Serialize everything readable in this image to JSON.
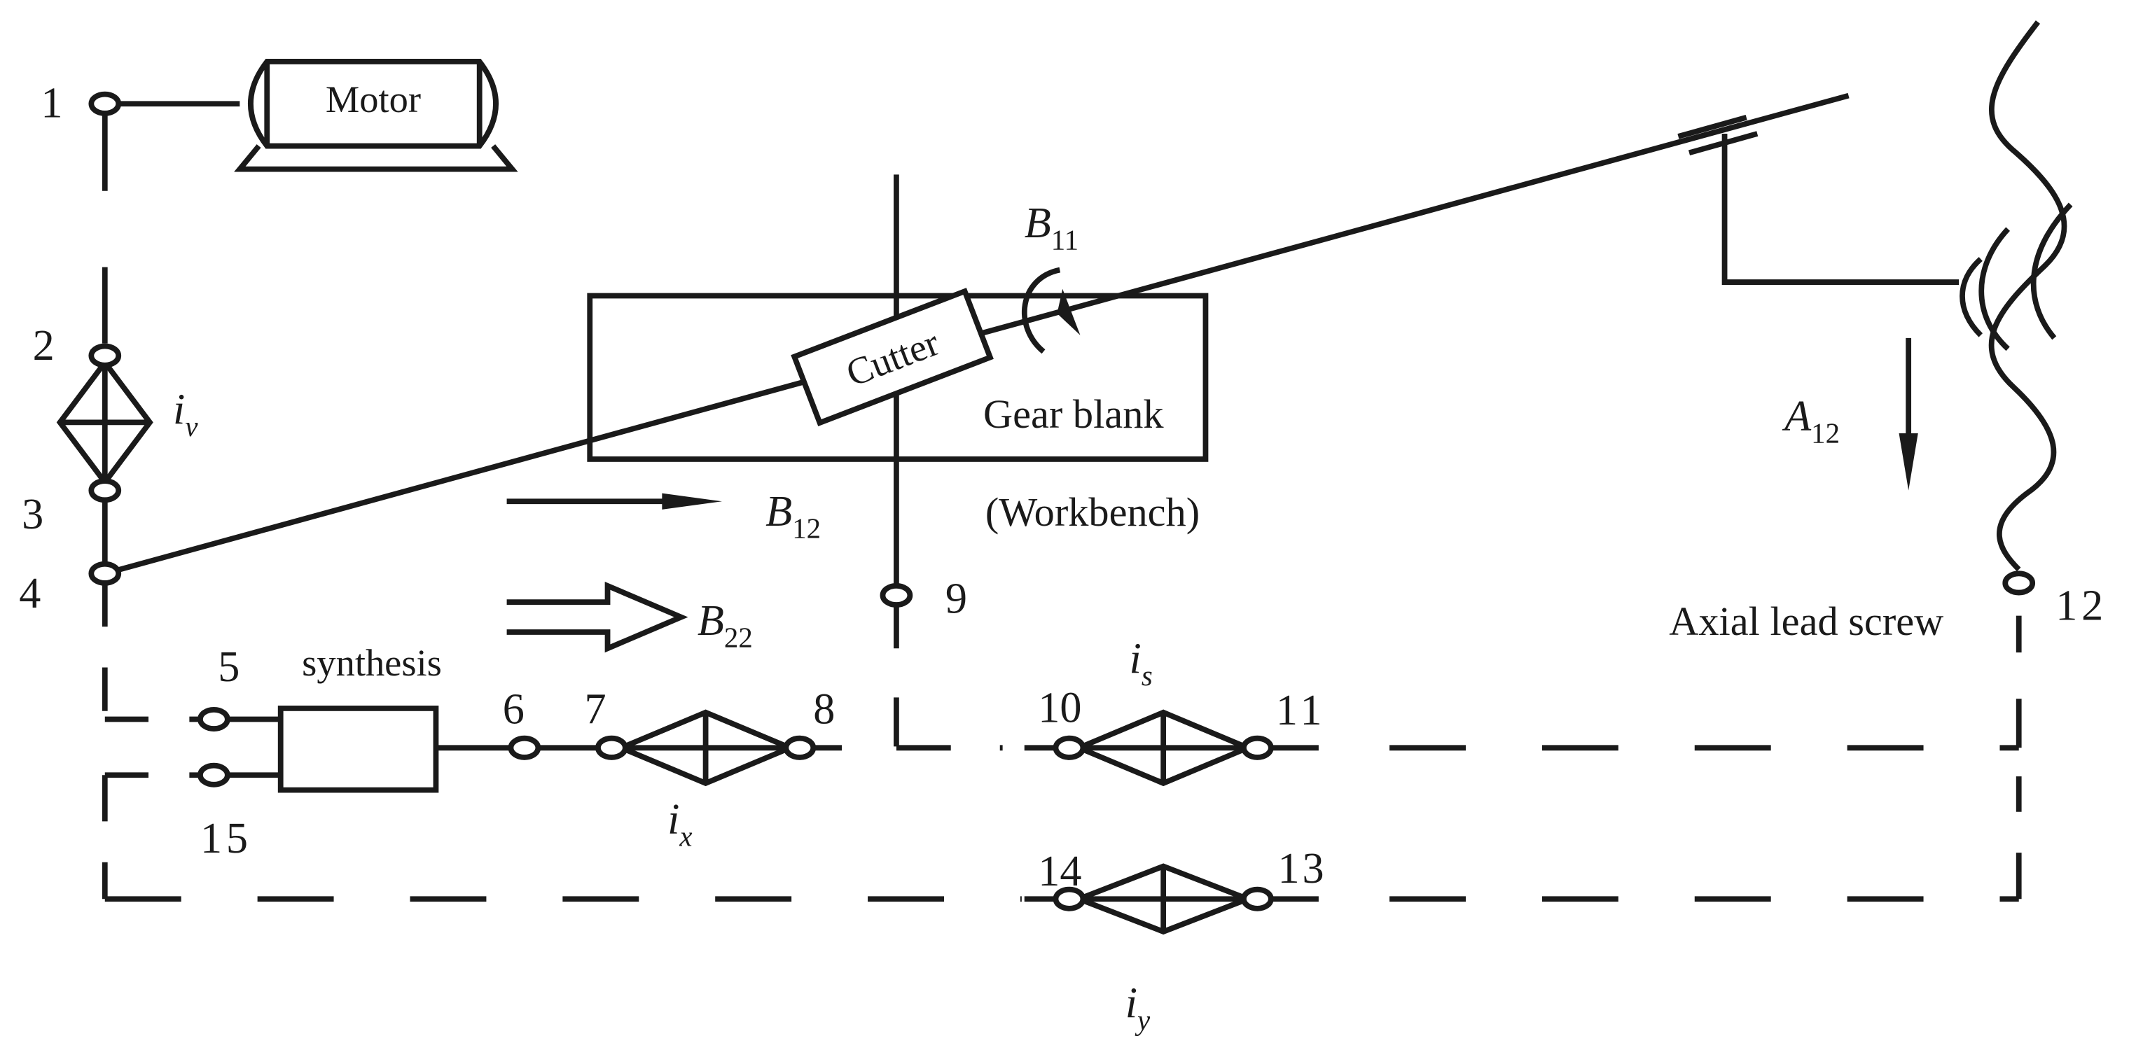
{
  "labels": {
    "motor": "Motor",
    "cutter": "Cutter",
    "gear_blank": "Gear blank",
    "workbench": "(Workbench)",
    "synthesis": "synthesis",
    "axial_lead_screw": "Axial lead screw"
  },
  "symbols": {
    "B11": {
      "base": "B",
      "sub": "11"
    },
    "B12": {
      "base": "B",
      "sub": "12"
    },
    "B22": {
      "base": "B",
      "sub": "22"
    },
    "A12": {
      "base": "A",
      "sub": "12"
    },
    "iv": {
      "base": "i",
      "sub": "v"
    },
    "ix": {
      "base": "i",
      "sub": "x"
    },
    "is": {
      "base": "i",
      "sub": "s"
    },
    "iy": {
      "base": "i",
      "sub": "y"
    }
  },
  "nodes": {
    "n1": "1",
    "n2": "2",
    "n3": "3",
    "n4": "4",
    "n5": "5",
    "n6": "6",
    "n7": "7",
    "n8": "8",
    "n9": "9",
    "n10": "10",
    "n11": "11",
    "n12": "12",
    "n13": "13",
    "n14": "14",
    "n15": "15"
  }
}
